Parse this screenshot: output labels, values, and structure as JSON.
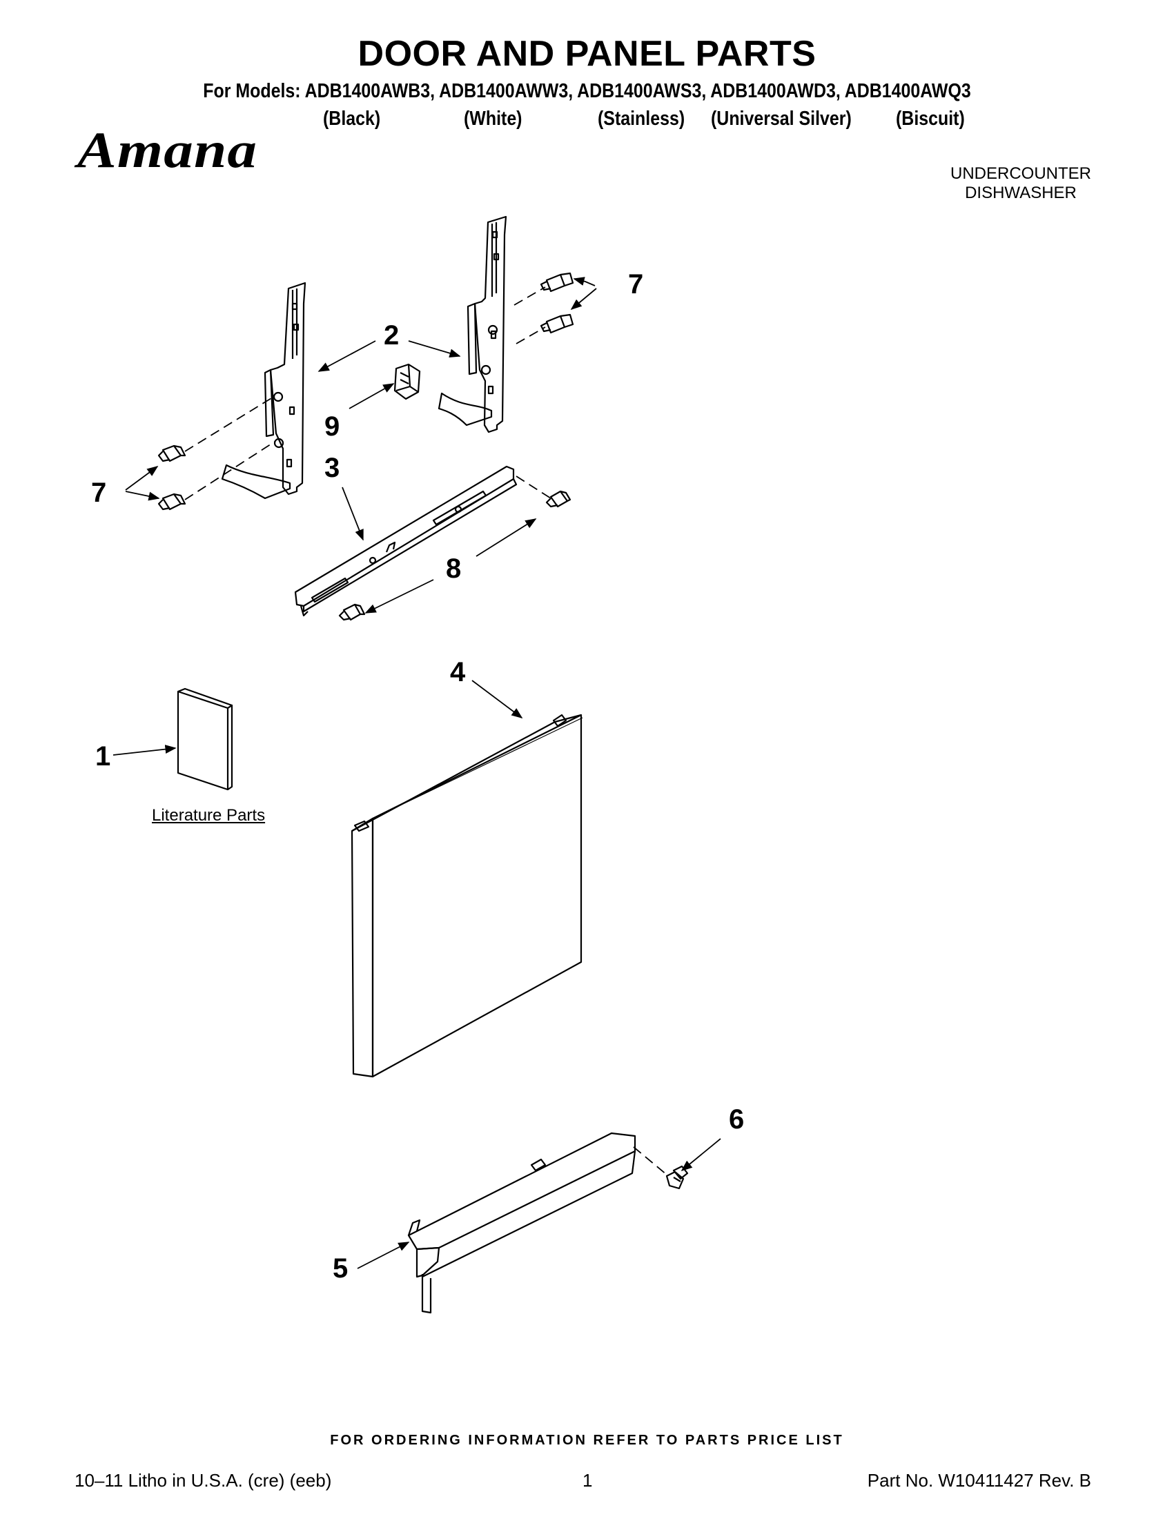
{
  "header": {
    "title": "DOOR AND PANEL PARTS",
    "models_line": "For Models: ADB1400AWB3, ADB1400AWW3, ADB1400AWS3, ADB1400AWD3, ADB1400AWQ3",
    "colors": [
      "(Black)",
      "(White)",
      "(Stainless)",
      "(Universal Silver)",
      "(Biscuit)"
    ],
    "brand": "Amana",
    "product_type": [
      "UNDERCOUNTER",
      "DISHWASHER"
    ]
  },
  "diagram": {
    "callouts": [
      "1",
      "2",
      "3",
      "4",
      "5",
      "6",
      "7",
      "7",
      "8",
      "9"
    ],
    "literature_label": "Literature Parts"
  },
  "footer": {
    "ordering_info": "FOR ORDERING INFORMATION REFER TO PARTS PRICE LIST",
    "litho": "10–11 Litho in U.S.A. (cre) (eeb)",
    "page_number": "1",
    "part_number": "Part No. W10411427 Rev. B"
  }
}
